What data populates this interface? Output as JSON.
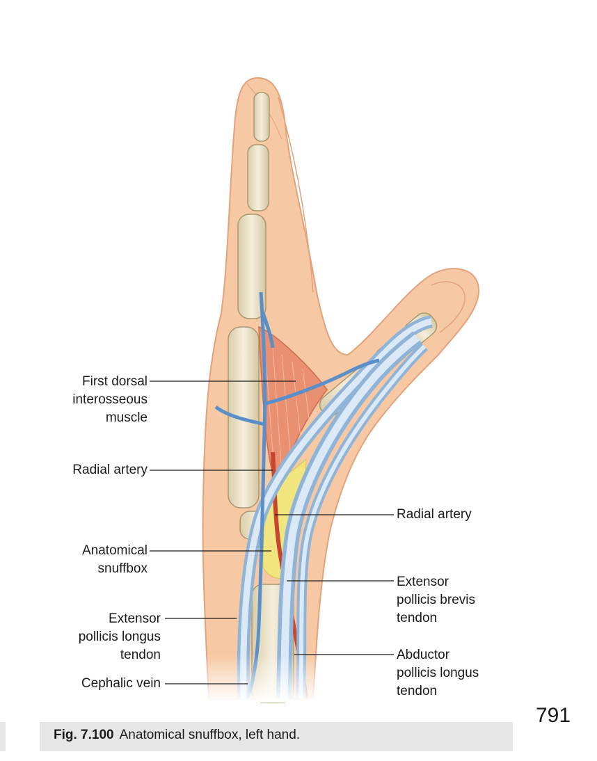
{
  "labels": {
    "first_dorsal": "First dorsal\ninterosseous\nmuscle",
    "radial_artery_left": "Radial artery",
    "anatomical_snuffbox": "Anatomical\nsnuffbox",
    "epl_tendon": "Extensor\npollicis longus\ntendon",
    "cephalic_vein": "Cephalic vein",
    "radial_artery_right": "Radial artery",
    "epb_tendon": "Extensor\npollicis brevis\ntendon",
    "apl_tendon": "Abductor\npollicis longus\ntendon"
  },
  "caption": {
    "number": "Fig. 7.100",
    "text": "Anatomical snuffbox, left hand."
  },
  "page_number": "791",
  "colors": {
    "skin": "#f6c8a3",
    "skin_edge": "#e2a27c",
    "bone": "#efe6cf",
    "vein": "#5b8fc9",
    "tendon": "#c3d9ee",
    "muscle": "#e88a6b",
    "snuffbox": "#f1e57f",
    "artery": "#c8452f"
  }
}
